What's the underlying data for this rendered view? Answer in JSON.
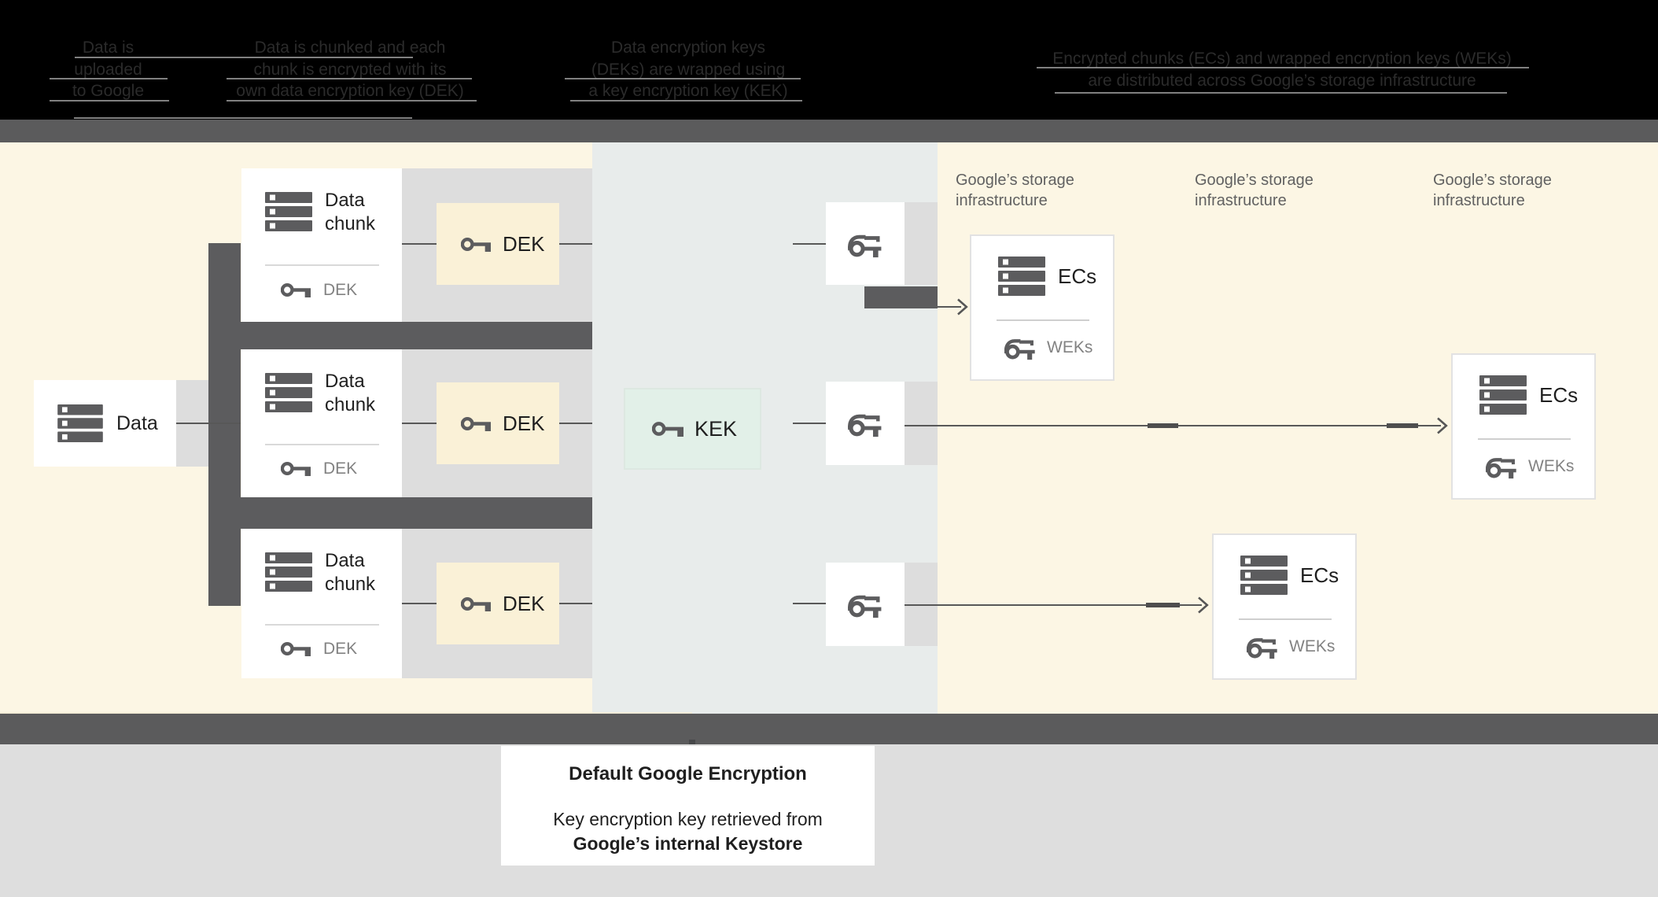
{
  "header": {
    "columns": [
      {
        "lines": [
          "Data is",
          "uploaded",
          "to Google"
        ]
      },
      {
        "lines": [
          "Data is chunked and each",
          "chunk is encrypted with its",
          "own data encryption key (DEK)"
        ]
      },
      {
        "lines": [
          "Data encryption keys",
          "(DEKs) are wrapped using",
          "a key encryption key (KEK)"
        ]
      },
      {
        "lines": [
          "Encrypted chunks (ECs) and wrapped encryption keys (WEKs)",
          "are distributed across Google’s storage infrastructure"
        ]
      }
    ]
  },
  "diagram": {
    "data_box": {
      "label": "Data"
    },
    "chunk_cards": [
      {
        "title_line1": "Data",
        "title_line2": "chunk",
        "key_label": "DEK"
      },
      {
        "title_line1": "Data",
        "title_line2": "chunk",
        "key_label": "DEK"
      },
      {
        "title_line1": "Data",
        "title_line2": "chunk",
        "key_label": "DEK"
      }
    ],
    "dek_boxes": [
      {
        "label": "DEK"
      },
      {
        "label": "DEK"
      },
      {
        "label": "DEK"
      }
    ],
    "kek_box": {
      "label": "KEK"
    },
    "storage_labels": [
      {
        "line1": "Google’s storage",
        "line2": "infrastructure"
      },
      {
        "line1": "Google’s storage",
        "line2": "infrastructure"
      },
      {
        "line1": "Google’s storage",
        "line2": "infrastructure"
      }
    ],
    "ecs_boxes": [
      {
        "title": "ECs",
        "key_label": "WEKs"
      },
      {
        "title": "ECs",
        "key_label": "WEKs"
      },
      {
        "title": "ECs",
        "key_label": "WEKs"
      }
    ]
  },
  "footer_caption": {
    "title": "Default Google Encryption",
    "line1": "Key encryption key retrieved from",
    "line2": "Google’s internal Keystore"
  },
  "colors": {
    "header_bg": "#000000",
    "bar_gray": "#5b5b5c",
    "panel_yellow": "#fcf6e4",
    "panel_middle": "#e8eceb",
    "band_gray": "#dddddd",
    "element_dark": "#5c5c5e",
    "dek_yellow": "#faf1d7",
    "kek_mint": "#e2f0e8",
    "footer_gray": "#dedede",
    "text_dark": "#1f1f1f",
    "text_gray": "#616161"
  }
}
